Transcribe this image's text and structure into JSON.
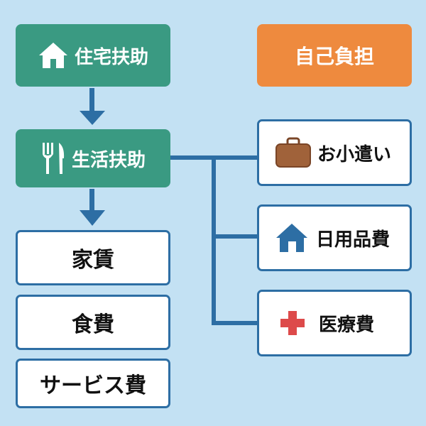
{
  "left_column": {
    "housing_aid": {
      "label": "住宅扶助",
      "icon": "house-icon"
    },
    "living_aid": {
      "label": "生活扶助",
      "icon": "fork-knife-icon"
    },
    "items": [
      {
        "label": "家賃"
      },
      {
        "label": "食費"
      },
      {
        "label": "サービス費"
      }
    ]
  },
  "right_column": {
    "header": {
      "label": "自己負担"
    },
    "items": [
      {
        "label": "お小遣い",
        "icon": "briefcase-icon"
      },
      {
        "label": "日用品費",
        "icon": "home-icon"
      },
      {
        "label": "医療費",
        "icon": "medical-cross-icon"
      }
    ]
  },
  "colors": {
    "background": "#c3e1f3",
    "green": "#3a9a82",
    "orange": "#ee8a3e",
    "line_blue": "#2d6ea4",
    "bag_brown": "#a0623a",
    "cross_red": "#dd4a4a"
  }
}
